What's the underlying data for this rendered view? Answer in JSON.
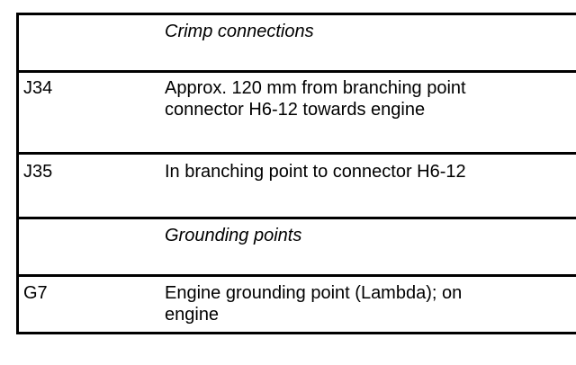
{
  "rows": [
    {
      "code": "",
      "description": "Crimp connections",
      "heading": true
    },
    {
      "code": "J34",
      "description": "Approx. 120 mm from branching point connector H6-12 towards engine",
      "line1": "Approx. 120 mm from branching point",
      "line2": "connector H6-12 towards engine",
      "heading": false
    },
    {
      "code": "J35",
      "description": "In branching point to connector H6-12",
      "heading": false
    },
    {
      "code": "",
      "description": "Grounding points",
      "heading": true
    },
    {
      "code": "G7",
      "description": "Engine grounding point (Lambda); on engine",
      "line1": "Engine grounding point (Lambda); on",
      "line2": "engine",
      "heading": false
    }
  ]
}
